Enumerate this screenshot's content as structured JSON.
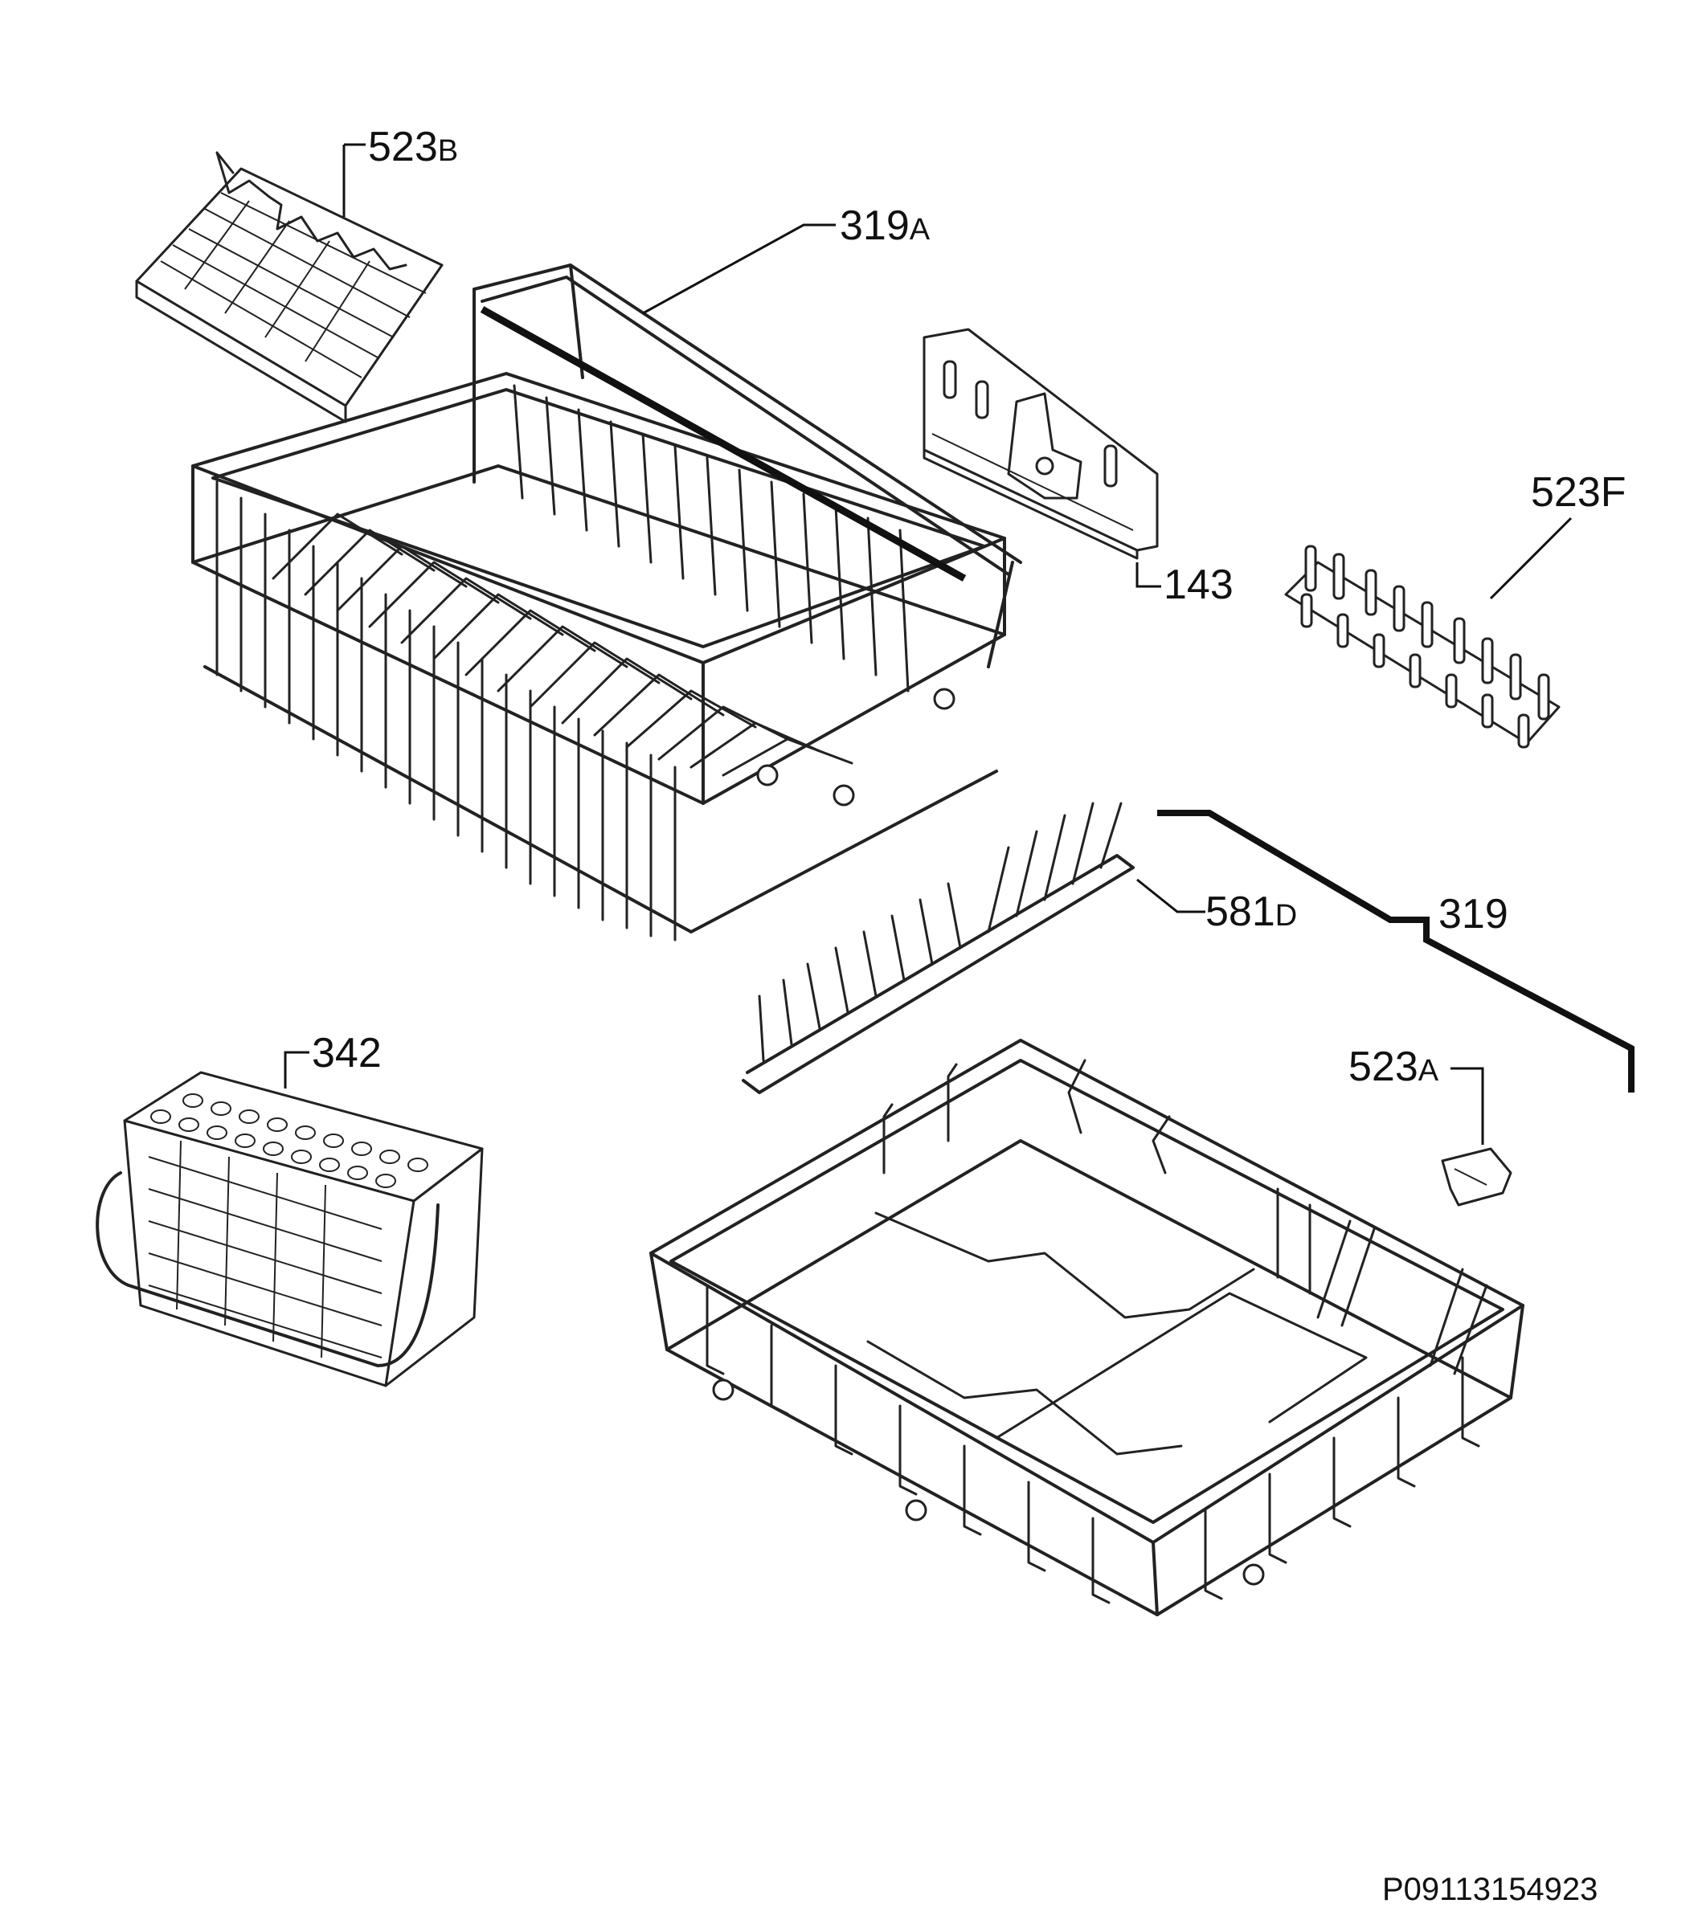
{
  "callouts": [
    {
      "id": "523B",
      "number": "523",
      "suffix": "B"
    },
    {
      "id": "319A",
      "number": "319",
      "suffix": "A"
    },
    {
      "id": "143",
      "number": "143",
      "suffix": ""
    },
    {
      "id": "523F",
      "number": "523F",
      "suffix": ""
    },
    {
      "id": "581D",
      "number": "581",
      "suffix": "D"
    },
    {
      "id": "319",
      "number": "319",
      "suffix": ""
    },
    {
      "id": "342",
      "number": "342",
      "suffix": ""
    },
    {
      "id": "523A",
      "number": "523",
      "suffix": "A"
    }
  ],
  "drawing_code": "P09113154923"
}
